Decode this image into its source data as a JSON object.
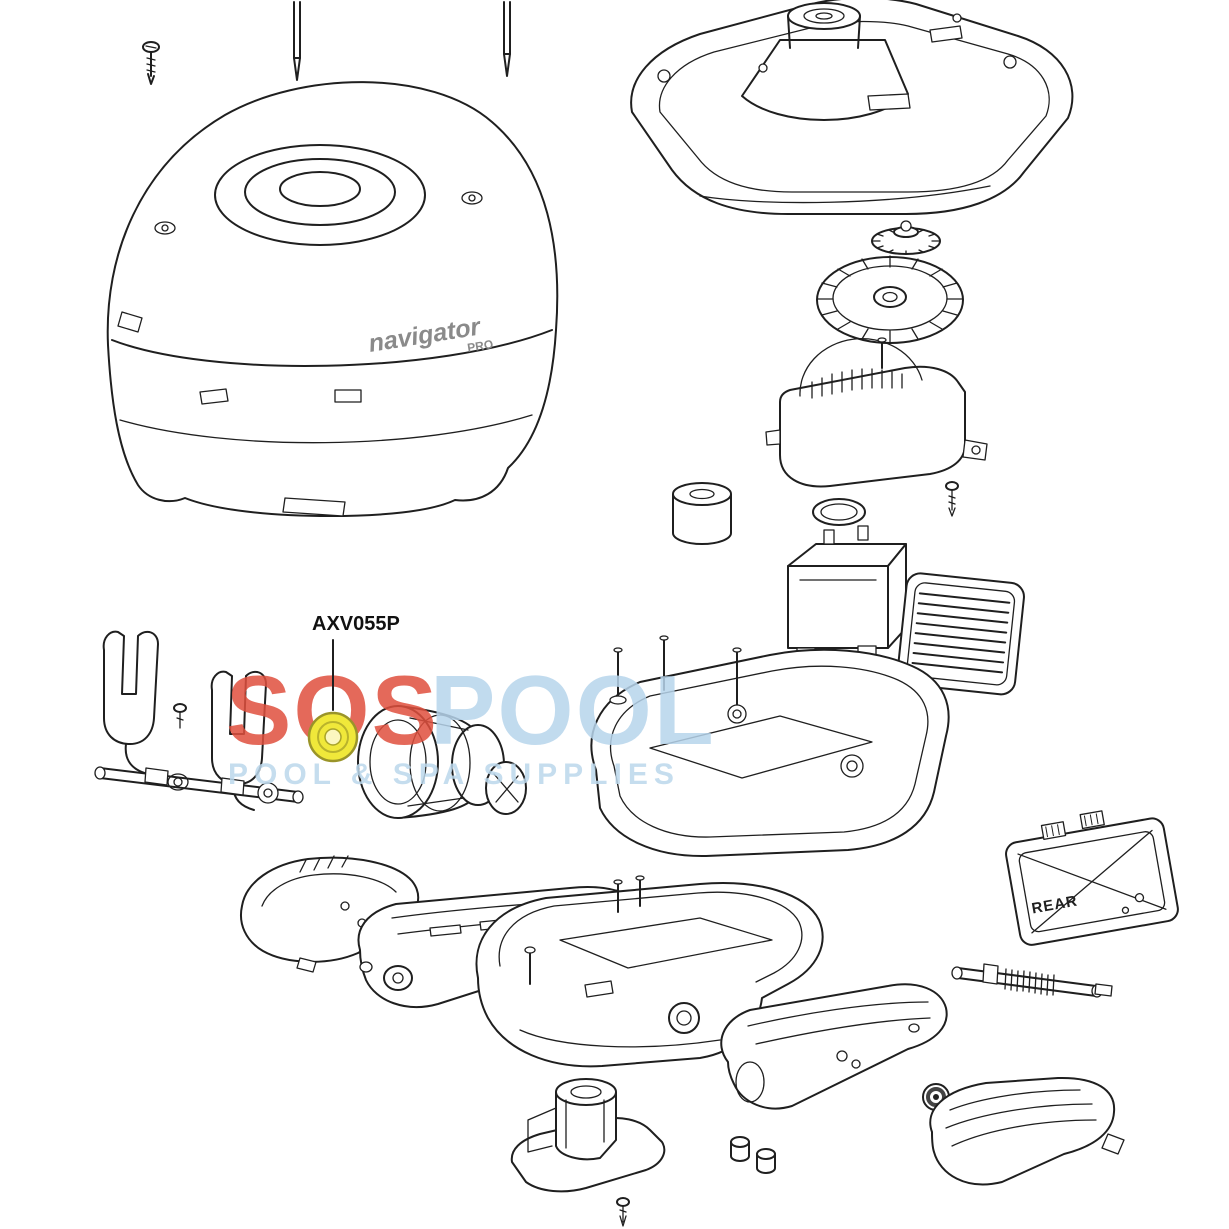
{
  "diagram": {
    "part_label": "AXV055P",
    "rear_label": "REAR",
    "brand_name": "navigator",
    "brand_series": "PRO",
    "highlight_color": "#f0e83a",
    "line_color": "#1f1f1f"
  },
  "watermark": {
    "word1": "SOS",
    "word2": "POOL",
    "tagline": "POOL & SPA SUPPLIES",
    "word1_color": "#e0503e",
    "word2_color": "#b7d5ec",
    "tagline_color": "#bcd8ec"
  }
}
